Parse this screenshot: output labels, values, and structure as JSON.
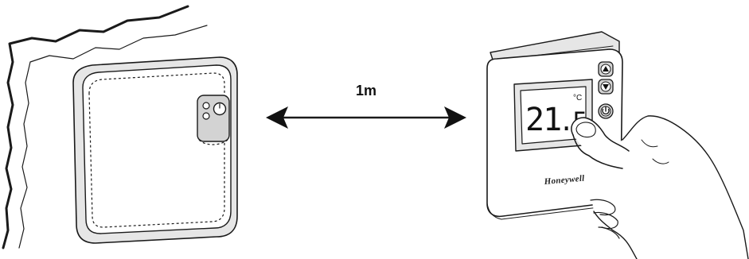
{
  "distance": {
    "label": "1m"
  },
  "thermostat": {
    "display": {
      "value_major": "21",
      "value_minor": ".5",
      "unit": "°C"
    },
    "brand": "Honeywell",
    "buttons": [
      {
        "icon": "up-arrow-icon"
      },
      {
        "icon": "down-arrow-icon"
      },
      {
        "icon": "power-icon"
      }
    ]
  },
  "receiver": {
    "indicators": [
      "led-icon",
      "led-icon",
      "dial-icon"
    ]
  }
}
